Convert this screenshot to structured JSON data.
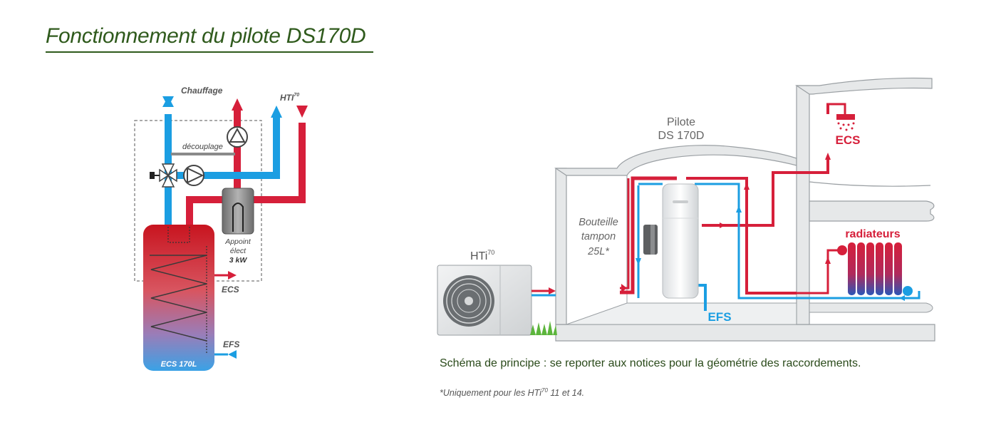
{
  "title": "Fonctionnement du pilote DS170D",
  "left_diagram": {
    "heating_label": "Chauffage",
    "hti_label": "HTI",
    "hti_sup": "70",
    "decoupling_label": "découplage",
    "backup_line1": "Appoint",
    "backup_line2": "élect",
    "backup_line3": "3 kW",
    "ecs_label": "ECS",
    "efs_label": "EFS",
    "tank_label": "ECS 170L"
  },
  "right_diagram": {
    "pilot_line1": "Pilote",
    "pilot_line2": "DS 170D",
    "hti_label": "HTi",
    "hti_sup": "70",
    "buffer_line1": "Bouteille",
    "buffer_line2": "tampon",
    "buffer_line3": "25L*",
    "ecs_label": "ECS",
    "radiators_label": "radiateurs",
    "efs_label": "EFS"
  },
  "caption": "Schéma de principe : se reporter aux notices pour la géométrie des raccordements.",
  "footnote_prefix": "*Uniquement pour les HTi",
  "footnote_sup": "70",
  "footnote_suffix": " 11 et 14.",
  "colors": {
    "hot": "#d61f3a",
    "cold": "#1b9ee2",
    "title": "#2f5a1c",
    "wall": "#e6e8e9",
    "wall_stroke": "#9a9fa3"
  }
}
